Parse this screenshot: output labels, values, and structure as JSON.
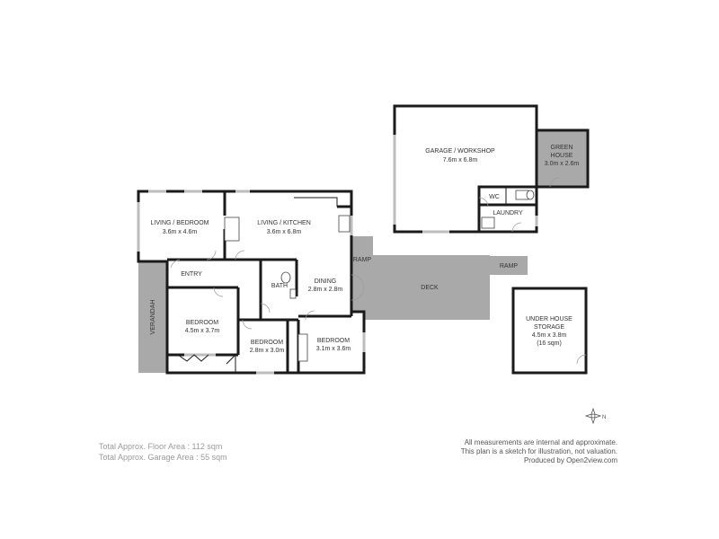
{
  "rooms": {
    "garage": {
      "name": "GARAGE / WORKSHOP",
      "size": "7.6m x 6.8m"
    },
    "green_house": {
      "name_line1": "GREEN",
      "name_line2": "HOUSE",
      "size": "3.0m x 2.6m"
    },
    "wc": {
      "name": "WC"
    },
    "laundry": {
      "name": "LAUNDRY"
    },
    "living_bedroom": {
      "name": "LIVING / BEDROOM",
      "size": "3.6m x 4.6m"
    },
    "living_kitchen": {
      "name": "LIVING / KITCHEN",
      "size": "3.6m x 6.8m"
    },
    "ramp_left": {
      "name": "RAMP"
    },
    "ramp_right": {
      "name": "RAMP"
    },
    "entry": {
      "name": "ENTRY"
    },
    "bath": {
      "name": "BATH"
    },
    "dining": {
      "name": "DINING",
      "size": "2.8m x 2.8m"
    },
    "deck": {
      "name": "DECK"
    },
    "verandah": {
      "name": "VERANDAH"
    },
    "bedroom1": {
      "name": "BEDROOM",
      "size": "4.5m x 3.7m"
    },
    "bedroom2": {
      "name": "BEDROOM",
      "size": "2.8m x 3.0m"
    },
    "bedroom3": {
      "name": "BEDROOM",
      "size": "3.1m x 3.6m"
    },
    "under_house": {
      "name_line1": "UNDER HOUSE",
      "name_line2": "STORAGE",
      "size": "4.5m x 3.8m",
      "area": "(16 sqm)"
    }
  },
  "footer": {
    "floor_area": "Total Approx. Floor Area : 112 sqm",
    "garage_area": "Total Approx. Garage Area : 55 sqm",
    "disclaimer_line1": "All measurements are internal and approximate.",
    "disclaimer_line2": "This plan is a sketch for illustration, not valuation.",
    "disclaimer_line3": "Produced by Open2view.com"
  },
  "colors": {
    "wall": "#1a1a1a",
    "deck_fill": "#a9a9a9",
    "window": "#bdbdbd",
    "text": "#333333",
    "footer_text": "#9a9a9a"
  },
  "icons": {
    "compass": "compass-rose-icon"
  }
}
